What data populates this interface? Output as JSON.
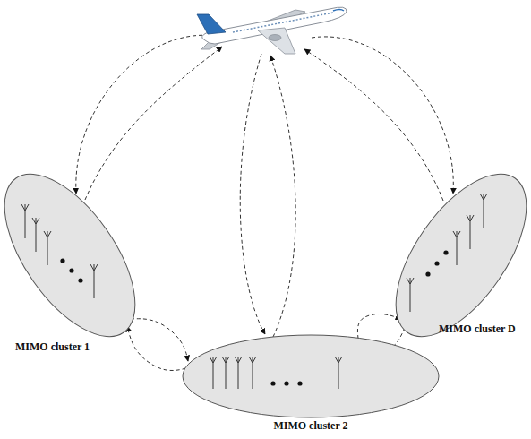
{
  "diagram": {
    "nodes": [
      {
        "text": [
          "MIMO cluster 1"
        ]
      },
      {
        "text": [
          "MIMO cluster 2"
        ]
      },
      {
        "text": [
          "MIMO cluster D"
        ]
      }
    ],
    "edges": [
      {
        "from": 0,
        "to": 1,
        "arrow": "to"
      },
      {
        "from": 1,
        "to": 0,
        "arrow": "to"
      },
      {
        "from": 1,
        "to": 2,
        "arrow": "to"
      },
      {
        "from": 2,
        "to": 1,
        "arrow": "to"
      }
    ]
  }
}
